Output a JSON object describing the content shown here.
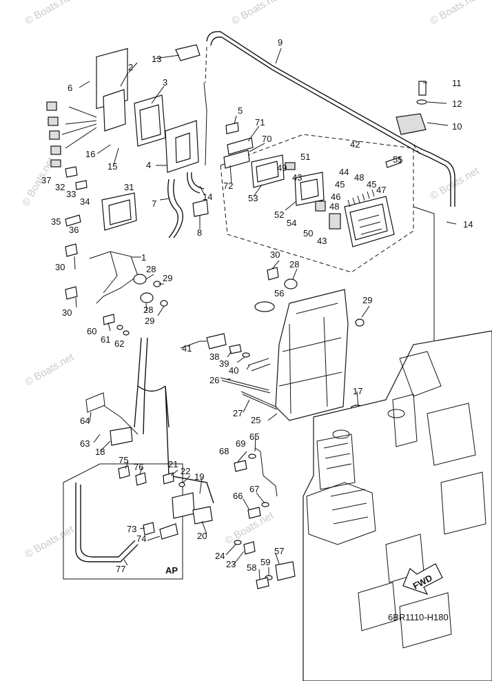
{
  "watermark": "© Boats.net",
  "diagram_code": "6BR1110-H180",
  "ap_label": "AP",
  "fwd_label": "FWD",
  "callouts": {
    "c1": "1",
    "c2": "2",
    "c3": "3",
    "c4": "4",
    "c5": "5",
    "c6": "6",
    "c7": "7",
    "c8": "8",
    "c9": "9",
    "c10": "10",
    "c11": "11",
    "c12": "12",
    "c13": "13",
    "c14a": "14",
    "c14b": "14",
    "c15": "15",
    "c16": "16",
    "c17": "17",
    "c18": "18",
    "c19": "19",
    "c20": "20",
    "c21": "21",
    "c22": "22",
    "c23": "23",
    "c24": "24",
    "c25": "25",
    "c26": "26",
    "c27": "27",
    "c28a": "28",
    "c28b": "28",
    "c28c": "28",
    "c29a": "29",
    "c29b": "29",
    "c29c": "29",
    "c30a": "30",
    "c30b": "30",
    "c30c": "30",
    "c31": "31",
    "c32": "32",
    "c33": "33",
    "c34": "34",
    "c35": "35",
    "c36": "36",
    "c37": "37",
    "c38": "38",
    "c39": "39",
    "c40": "40",
    "c41": "41",
    "c42": "42",
    "c43a": "43",
    "c43b": "43",
    "c44": "44",
    "c45a": "45",
    "c45b": "45",
    "c46": "46",
    "c47": "47",
    "c48a": "48",
    "c48b": "48",
    "c49": "49",
    "c50": "50",
    "c51": "51",
    "c52": "52",
    "c53": "53",
    "c54": "54",
    "c55": "55",
    "c56": "56",
    "c57": "57",
    "c58": "58",
    "c59": "59",
    "c60": "60",
    "c61": "61",
    "c62": "62",
    "c63": "63",
    "c64": "64",
    "c65": "65",
    "c66": "66",
    "c67": "67",
    "c68": "68",
    "c69": "69",
    "c70": "70",
    "c71": "71",
    "c72": "72",
    "c73": "73",
    "c74": "74",
    "c75": "75",
    "c76": "76",
    "c77": "77"
  }
}
